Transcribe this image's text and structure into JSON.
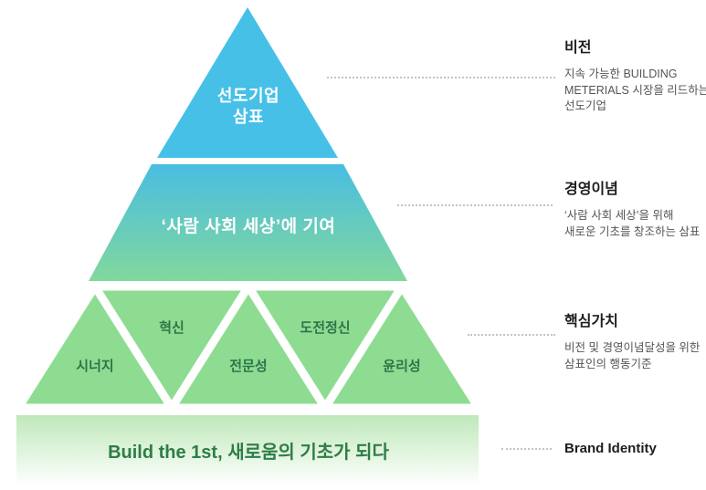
{
  "colors": {
    "level1_blue": "#47c0e8",
    "level2_top": "#49bde2",
    "level2_bottom": "#82d89c",
    "level3_green": "#8edc92",
    "bar_top": "#bfe8ba",
    "bar_bottom": "#ffffff",
    "pyramid_dark_text": "#2c7547",
    "leader_line_gray": "#c4c4c4"
  },
  "pyramid": {
    "level1": {
      "line1": "선도기업",
      "line2": "삼표"
    },
    "level2": {
      "label": "‘사람 사회 세상’에 기여"
    },
    "level3": {
      "synergy": "시너지",
      "innovation": "혁신",
      "professionalism": "전문성",
      "challenge": "도전정신",
      "ethics": "윤리성"
    },
    "base_bar": {
      "label": "Build the 1st, 새로움의 기초가 되다"
    }
  },
  "annotations": {
    "vision": {
      "title": "비전",
      "line1": "지속 가능한 BUILDING",
      "line2": "METERIALS 시장을 리드하는",
      "line3": "선도기업"
    },
    "philosophy": {
      "title": "경영이념",
      "line1": "‘사람 사회 세상’을 위해",
      "line2": "새로운 기초를 창조하는 삼표"
    },
    "core_values": {
      "title": "핵심가치",
      "line1": "비전 및 경영이념달성을 위한",
      "line2": "삼표인의 행동기준"
    },
    "brand_identity": {
      "title": "Brand Identity"
    }
  }
}
